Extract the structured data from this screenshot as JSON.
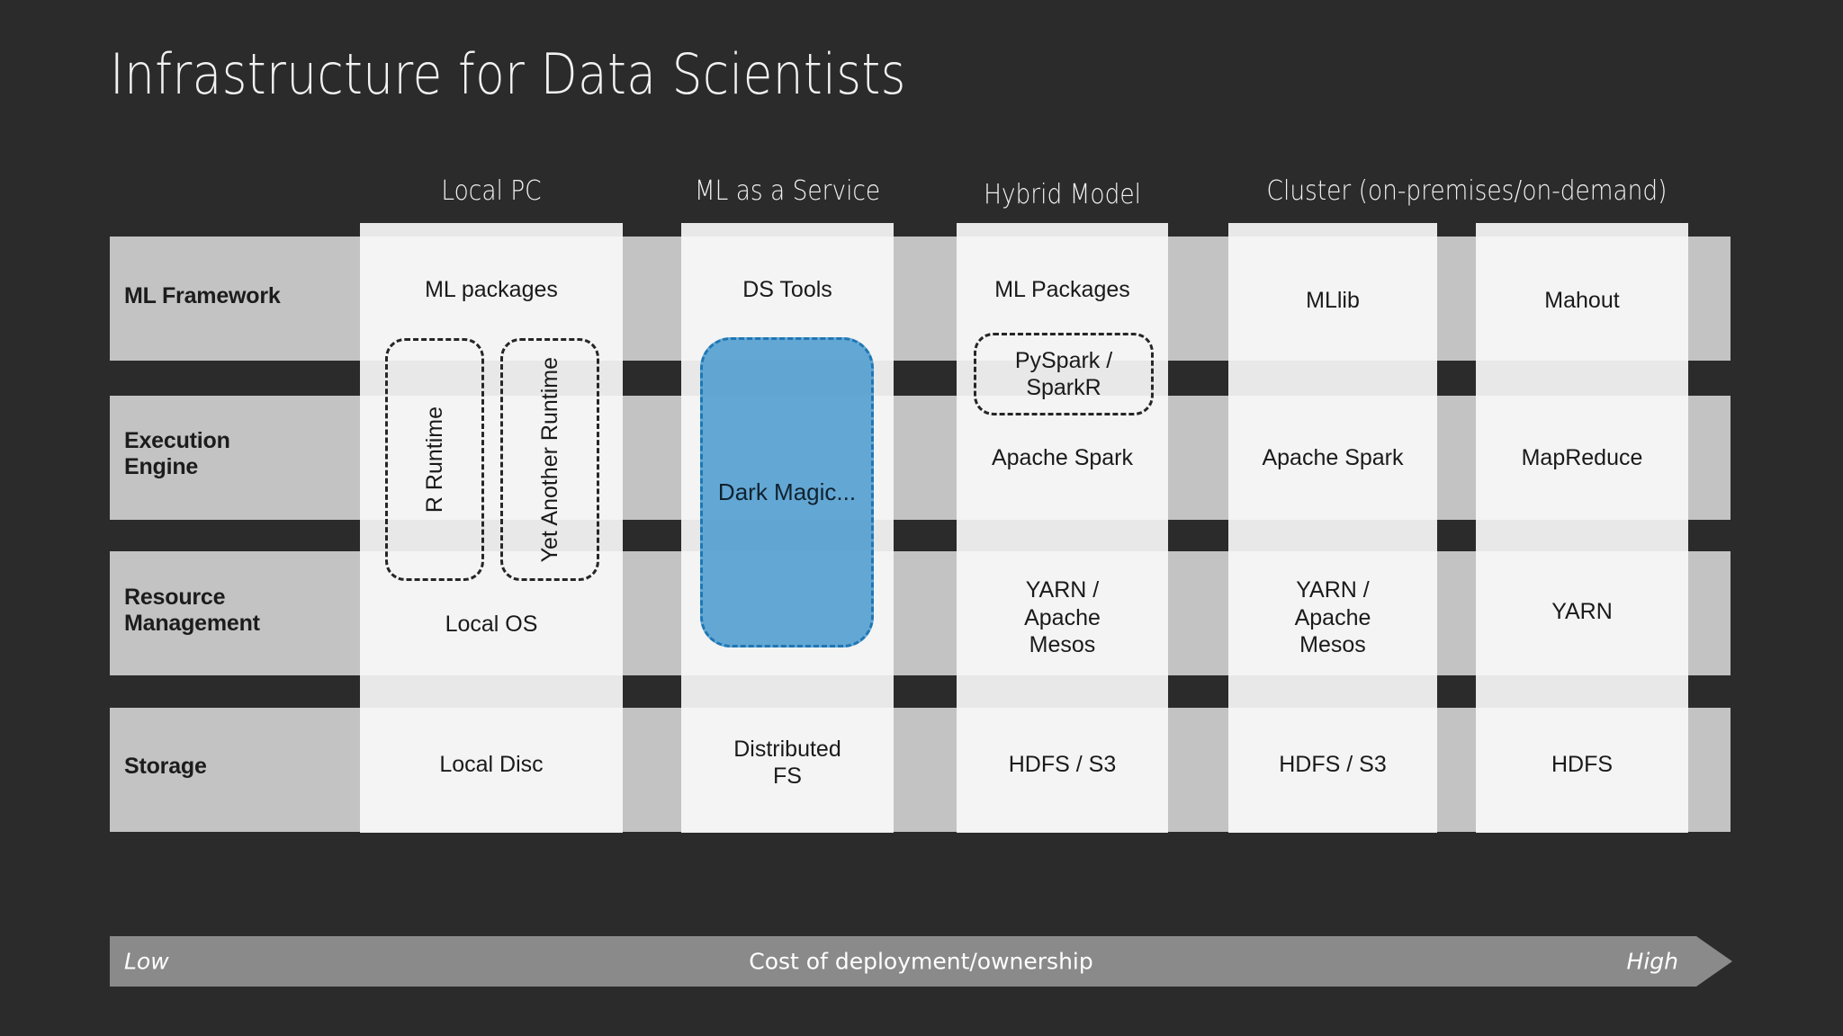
{
  "title": "Infrastructure for Data Scientists",
  "colors": {
    "background": "#2b2b2b",
    "row_band": "#c3c3c3",
    "column_panel": "#f8f8f8",
    "accent_blue": "#4b9ace",
    "arrow_bar": "#8a8a8a"
  },
  "rows": [
    {
      "label": "ML Framework"
    },
    {
      "label": "Execution\nEngine"
    },
    {
      "label": "Resource\nManagement"
    },
    {
      "label": "Storage"
    }
  ],
  "columns": [
    {
      "header": "Local PC"
    },
    {
      "header": "ML as a Service"
    },
    {
      "header": "Hybrid Model"
    },
    {
      "header": "Cluster (on-premises/on-demand)"
    }
  ],
  "cells": {
    "local_pc": {
      "ml_framework": "ML packages",
      "r_runtime": "R Runtime",
      "yet_another_runtime": "Yet Another Runtime",
      "resource_management": "Local OS",
      "storage": "Local Disc"
    },
    "ml_as_a_service": {
      "ml_framework": "DS Tools",
      "magic": "Dark Magic...",
      "storage": "Distributed\nFS"
    },
    "hybrid_model": {
      "ml_framework": "ML Packages",
      "pyspark_sparkr": "PySpark /\nSparkR",
      "execution_engine": "Apache Spark",
      "resource_management": "YARN /\nApache\nMesos",
      "storage": "HDFS / S3"
    },
    "cluster_onprem": {
      "ml_framework": "MLlib",
      "execution_engine": "Apache Spark",
      "resource_management": "YARN /\nApache\nMesos",
      "storage": "HDFS / S3"
    },
    "cluster_ondemand": {
      "ml_framework": "Mahout",
      "execution_engine": "MapReduce",
      "resource_management": "YARN",
      "storage": "HDFS"
    }
  },
  "axis": {
    "low": "Low",
    "label": "Cost of deployment/ownership",
    "high": "High"
  }
}
